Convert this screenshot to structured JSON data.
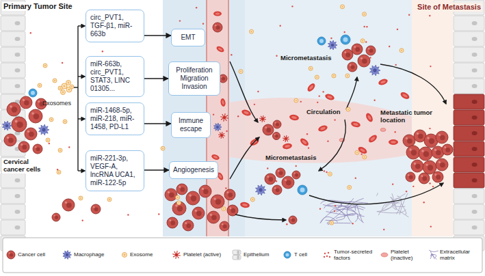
{
  "diagram": {
    "nodes": [
      {
        "text": [
          "circ_PVT1, TGF-β1, miR-663b"
        ]
      },
      {
        "text": [
          "miR-663b, circ_PVT1, STAT3, LINC 01305..."
        ]
      },
      {
        "text": [
          "miR-1468-5p, miR-218, miR-1458, PD-L1"
        ]
      },
      {
        "text": [
          "miR-221-3p, VEGF-A, lncRNA UCA1, miR-122-5p"
        ]
      },
      {
        "text": [
          "EMT"
        ]
      },
      {
        "text": [
          "Proliferation Migration Invasion"
        ]
      },
      {
        "text": [
          "Immune escape"
        ]
      },
      {
        "text": [
          "Angiogenesis"
        ]
      }
    ],
    "edges": [
      {
        "from": 0,
        "to": 4,
        "arrow": "to"
      },
      {
        "from": 1,
        "to": 5,
        "arrow": "to"
      },
      {
        "from": 2,
        "to": 6,
        "arrow": "to"
      },
      {
        "from": 3,
        "to": 7,
        "arrow": "to"
      }
    ],
    "labels": [
      "Primary Tumor Site",
      "Site of Metastasis",
      "Exosomes",
      "Cervical cancer cells",
      "Micrometastasis",
      "Circulation",
      "Micrometastasis",
      "Metastatic tumor location"
    ],
    "legend": [
      {
        "text": "Cancer cell"
      },
      {
        "text": "Macrophage"
      },
      {
        "text": "Exosome"
      },
      {
        "text": "Platelet (active)"
      },
      {
        "text": "Epithelium"
      },
      {
        "text": "T cell"
      },
      {
        "text": "Tumor-secreted factors"
      },
      {
        "text": "Platelet (inactive)"
      },
      {
        "text": "Extracellular matrix"
      }
    ]
  }
}
